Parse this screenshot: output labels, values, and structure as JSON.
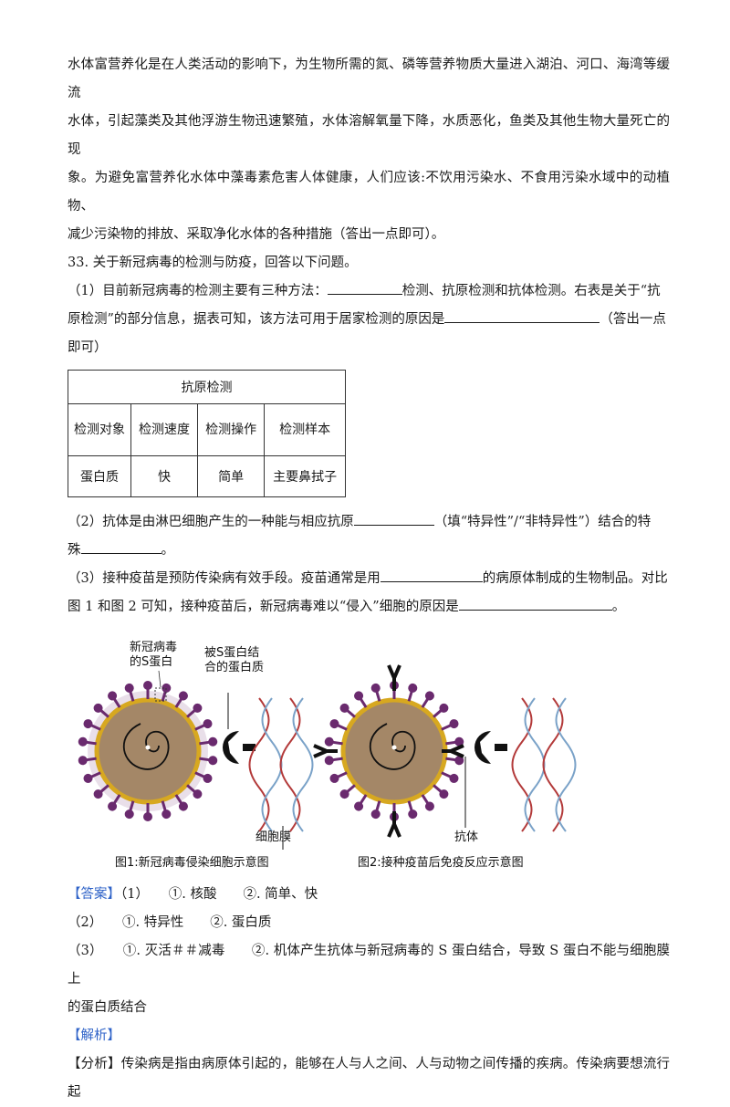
{
  "intro": {
    "line1": "水体富营养化是在人类活动的影响下，为生物所需的氮、磷等营养物质大量进入湖泊、河口、海湾等缓流",
    "line2": "水体，引起藻类及其他浮游生物迅速繁殖，水体溶解氧量下降，水质恶化，鱼类及其他生物大量死亡的现",
    "line3": "象。为避免富营养化水体中藻毒素危害人体健康，人们应该:不饮用污染水、不食用污染水域中的动植物、",
    "line4": "减少污染物的排放、采取净化水体的各种措施（答出一点即可）。"
  },
  "question": {
    "title": "33. 关于新冠病毒的检测与防疫，回答以下问题。",
    "q1_a": "（1）目前新冠病毒的检测主要有三种方法：",
    "q1_b": "检测、抗原检测和抗体检测。右表是关于“抗",
    "q1_c": "原检测”的部分信息，据表可知，该方法可用于居家检测的原因是",
    "q1_d": "（答出一点",
    "q1_e": "即可）",
    "q2_a": "（2）抗体是由淋巴细胞产生的一种能与相应抗原",
    "q2_b": "（填“特异性”/“非特异性”）结合的特",
    "q2_c": "殊",
    "q2_d": "。",
    "q3_a": "（3）接种疫苗是预防传染病有效手段。疫苗通常是用",
    "q3_b": "的病原体制成的生物制品。对比",
    "q3_c": "图 1 和图 2 可知，接种疫苗后，新冠病毒难以“侵入”细胞的原因是",
    "q3_d": "。"
  },
  "table": {
    "title": "抗原检测",
    "headers": [
      "检测对象",
      "检测速度",
      "检测操作",
      "检测样本"
    ],
    "row": [
      "蛋白质",
      "快",
      "简单",
      "主要鼻拭子"
    ]
  },
  "figure": {
    "label_spike": "新冠病毒的S蛋白",
    "label_spike_l1": "新冠病毒",
    "label_spike_l2": "的S蛋白",
    "label_receptor_l1": "被S蛋白结",
    "label_receptor_l2": "合的蛋白质",
    "label_membrane": "细胞膜",
    "label_antibody": "抗体",
    "caption1": "图1:新冠病毒侵染细胞示意图",
    "caption2": "图2:接种疫苗后免疫反应示意图",
    "colors": {
      "virus_body": "#a48767",
      "spike": "#6a2a6e",
      "ring": "#d7a820",
      "receptor": "#111111"
    }
  },
  "answer": {
    "tag": "【答案】",
    "a1": "（1）　　①. 核酸　　②. 简单、快",
    "a2": "（2）　　①. 特异性　　②. 蛋白质",
    "a3": "（3）　　①. 灭活＃＃减毒　　②. 机体产生抗体与新冠病毒的 S 蛋白结合，导致 S 蛋白不能与细胞膜上",
    "a3b": "的蛋白质结合"
  },
  "analysis": {
    "tag": "【解析】",
    "fenxi_tag": "【分析】",
    "fenxi_text": "传染病是指由病原体引起的，能够在人与人之间、人与动物之间传播的疾病。传染病要想流行起"
  }
}
